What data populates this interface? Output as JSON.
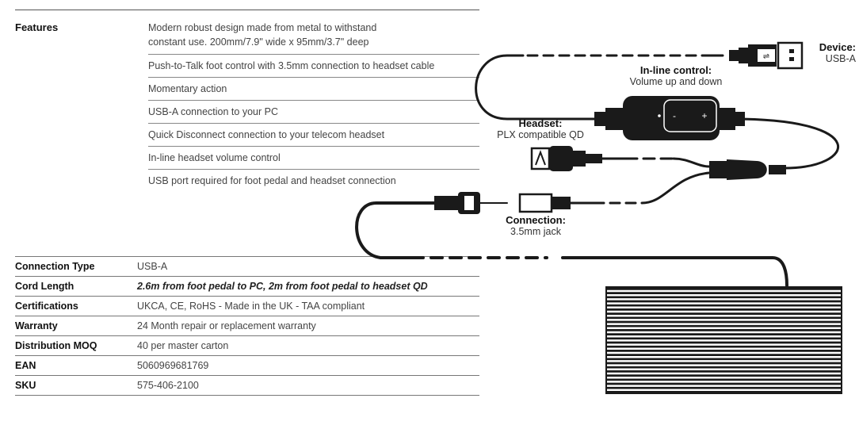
{
  "features": {
    "label": "Features",
    "items": [
      [
        "Modern robust design made from metal to withstand",
        "constant use. 200mm/7.9\" wide x 95mm/3.7\" deep"
      ],
      "Push-to-Talk foot control with 3.5mm connection to headset cable",
      "Momentary action",
      "USB-A connection to your PC",
      "Quick Disconnect connection to your telecom headset",
      "In-line headset volume control",
      "USB port required for foot pedal and headset connection"
    ]
  },
  "specs": [
    {
      "key": "Connection Type",
      "value": "USB-A"
    },
    {
      "key": "Cord Length",
      "value": "2.6m from foot pedal to PC, 2m from foot pedal to headset QD"
    },
    {
      "key": "Certifications",
      "value": "UKCA, CE, RoHS - Made in the UK - TAA compliant"
    },
    {
      "key": "Warranty",
      "value": "24 Month repair or replacement warranty"
    },
    {
      "key": "Distribution MOQ",
      "value": "40 per master carton"
    },
    {
      "key": "EAN",
      "value": "5060969681769"
    },
    {
      "key": "SKU",
      "value": "575-406-2100"
    }
  ],
  "diagram": {
    "device": {
      "title": "Device:",
      "sub": "USB-A"
    },
    "inline": {
      "title": "In-line control:",
      "sub": "Volume up and down"
    },
    "headset": {
      "title": "Headset:",
      "sub": "PLX compatible QD"
    },
    "connection": {
      "title": "Connection:",
      "sub": "3.5mm jack"
    },
    "volume_minus": "-",
    "volume_plus": "+",
    "colors": {
      "ink": "#1a1a1a",
      "text": "#444444"
    }
  }
}
